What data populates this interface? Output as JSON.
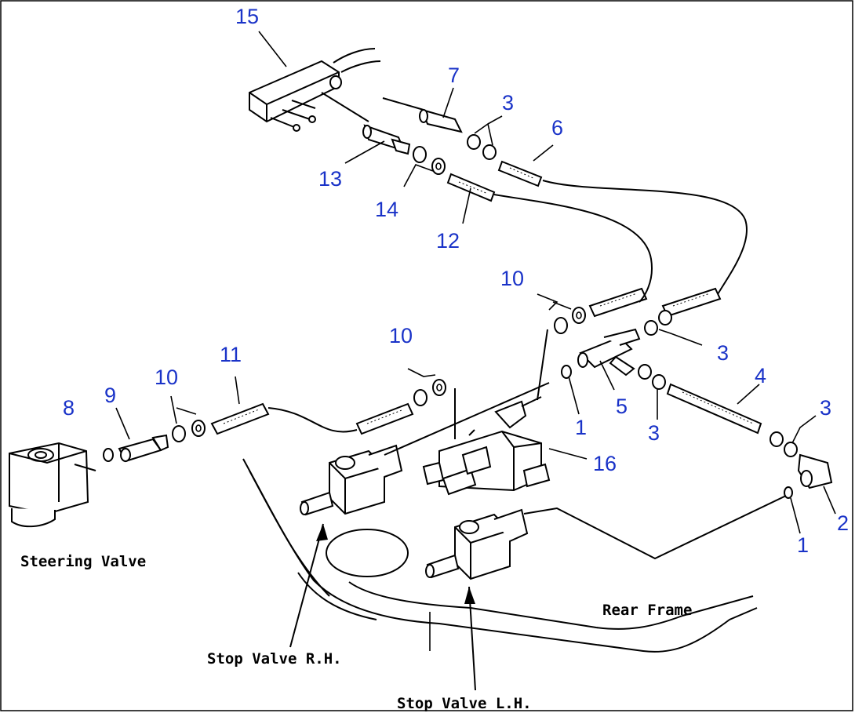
{
  "callouts": {
    "n15": "15",
    "n7": "7",
    "n3a": "3",
    "n6": "6",
    "n13": "13",
    "n14": "14",
    "n12": "12",
    "n10a": "10",
    "n3b": "3",
    "n10b": "10",
    "n11": "11",
    "n10c": "10",
    "n9": "9",
    "n8": "8",
    "n1a": "1",
    "n5": "5",
    "n3c": "3",
    "n4": "4",
    "n3d": "3",
    "n16": "16",
    "n2": "2",
    "n1b": "1"
  },
  "labels": {
    "steering_valve": "Steering Valve",
    "rear_frame": "Rear Frame",
    "stop_valve_rh": "Stop Valve R.H.",
    "stop_valve_lh": "Stop Valve L.H."
  },
  "colors": {
    "callout": "#1a33c8",
    "line": "#000000",
    "background": "#ffffff"
  }
}
